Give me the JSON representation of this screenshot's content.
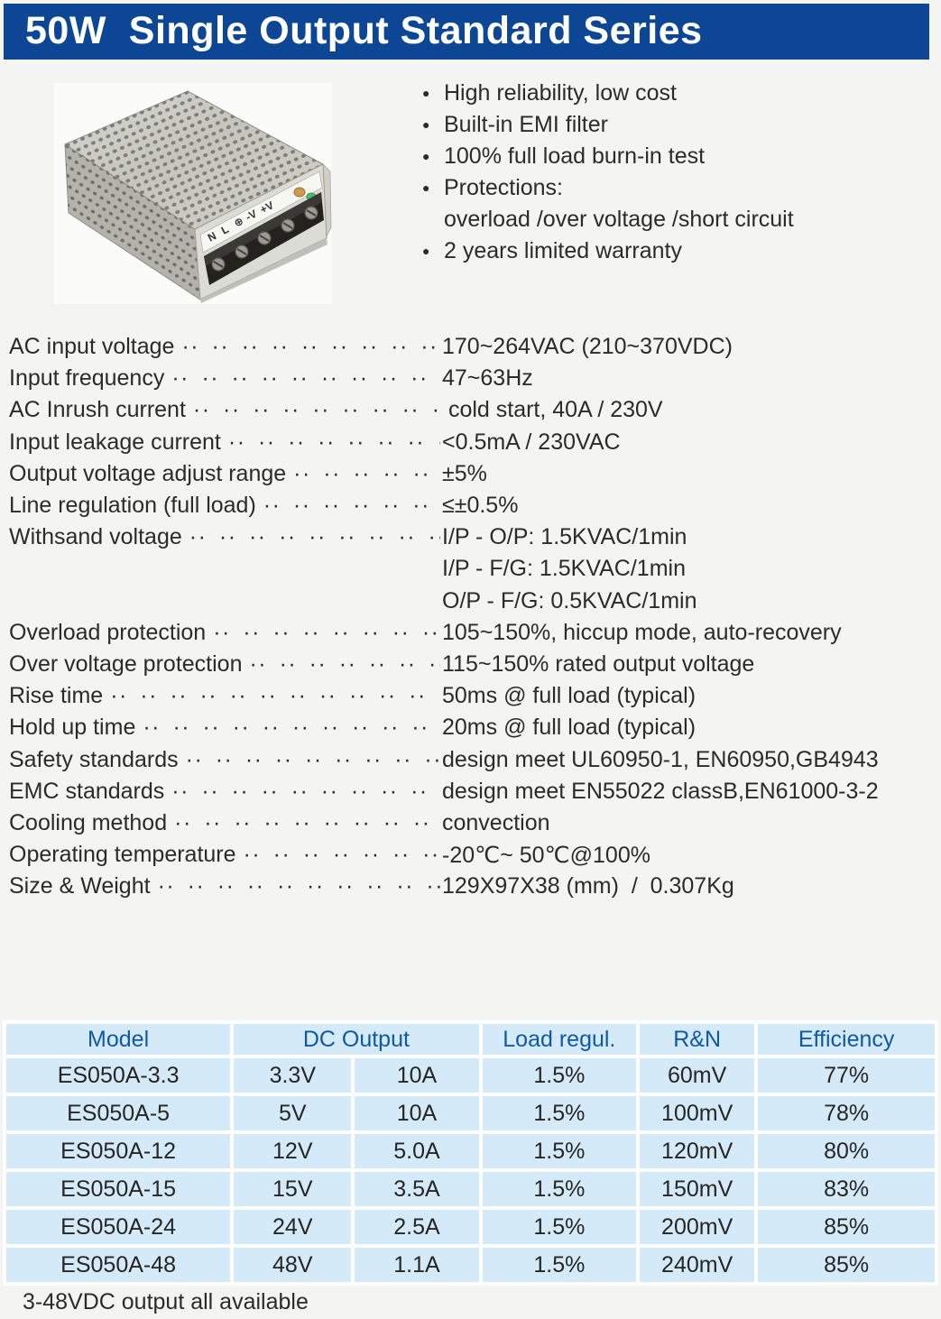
{
  "header": {
    "title": "50W  Single Output Standard Series"
  },
  "colors": {
    "banner_bg": "#0c4695",
    "banner_text": "#ffffff",
    "table_cell_bg": "#d5eaf8",
    "table_header_text": "#1059a4",
    "body_text": "#2b2b28"
  },
  "ui": {
    "bullet_char": "●"
  },
  "product": {
    "description": "perforated metal case switching power supply",
    "terminal_labels": [
      "N",
      "L",
      "⊕",
      "-V",
      "+V"
    ]
  },
  "features": [
    {
      "bullet": true,
      "text": "High reliability, low cost"
    },
    {
      "bullet": true,
      "text": "Built-in EMI filter"
    },
    {
      "bullet": true,
      "text": "100% full load burn-in test"
    },
    {
      "bullet": true,
      "text": "Protections:"
    },
    {
      "bullet": false,
      "text": "overload /over voltage /short circuit"
    },
    {
      "bullet": true,
      "text": "2 years limited warranty"
    }
  ],
  "specs": [
    {
      "label": "AC input voltage",
      "leader": true,
      "value": "170~264VAC (210~370VDC)"
    },
    {
      "label": "Input frequency",
      "leader": true,
      "value": "47~63Hz"
    },
    {
      "label": "AC Inrush current",
      "leader": true,
      "value": " cold start, 40A / 230V"
    },
    {
      "label": "Input leakage current",
      "leader": true,
      "value": "<0.5mA / 230VAC"
    },
    {
      "label": "Output voltage adjust range",
      "leader": true,
      "value": "±5%"
    },
    {
      "label": "Line regulation (full load)",
      "leader": true,
      "value": "≤±0.5%"
    },
    {
      "label": "Withsand voltage",
      "leader": true,
      "value": "I/P - O/P: 1.5KVAC/1min"
    },
    {
      "label": "",
      "leader": false,
      "value": "I/P - F/G: 1.5KVAC/1min"
    },
    {
      "label": "",
      "leader": false,
      "value": "O/P - F/G: 0.5KVAC/1min"
    },
    {
      "label": "Overload protection",
      "leader": true,
      "value": "105~150%, hiccup mode, auto-recovery"
    },
    {
      "label": "Over voltage protection",
      "leader": true,
      "value": "115~150% rated output voltage"
    },
    {
      "label": "Rise time",
      "leader": true,
      "value": "50ms @ full load (typical)"
    },
    {
      "label": "Hold up time",
      "leader": true,
      "value": "20ms @ full load (typical)"
    },
    {
      "label": "Safety standards",
      "leader": true,
      "value": "design meet UL60950-1, EN60950,GB4943"
    },
    {
      "label": "EMC standards",
      "leader": true,
      "value": "design meet EN55022 classB,EN61000-3-2"
    },
    {
      "label": "Cooling method",
      "leader": true,
      "value": "convection"
    },
    {
      "label": "Operating temperature",
      "leader": true,
      "value": "-20℃~ 50℃@100%"
    },
    {
      "label": "Size & Weight",
      "leader": true,
      "value": "129X97X38 (mm)  /  0.307Kg"
    }
  ],
  "table": {
    "headers": [
      {
        "label": "Model",
        "colspan": 1
      },
      {
        "label": "DC Output",
        "colspan": 2
      },
      {
        "label": "Load regul.",
        "colspan": 1
      },
      {
        "label": "R&N",
        "colspan": 1
      },
      {
        "label": "Efficiency",
        "colspan": 1
      }
    ],
    "col_widths": [
      "24.6%",
      "12.9%",
      "13.6%",
      "16.9%",
      "12.6%",
      "19.4%"
    ],
    "rows": [
      [
        "ES050A-3.3",
        "3.3V",
        "10A",
        "1.5%",
        "60mV",
        "77%"
      ],
      [
        "ES050A-5",
        "5V",
        "10A",
        "1.5%",
        "100mV",
        "78%"
      ],
      [
        "ES050A-12",
        "12V",
        "5.0A",
        "1.5%",
        "120mV",
        "80%"
      ],
      [
        "ES050A-15",
        "15V",
        "3.5A",
        "1.5%",
        "150mV",
        "83%"
      ],
      [
        "ES050A-24",
        "24V",
        "2.5A",
        "1.5%",
        "200mV",
        "85%"
      ],
      [
        "ES050A-48",
        "48V",
        "1.1A",
        "1.5%",
        "240mV",
        "85%"
      ]
    ]
  },
  "footer": {
    "note": "3-48VDC output all available"
  }
}
